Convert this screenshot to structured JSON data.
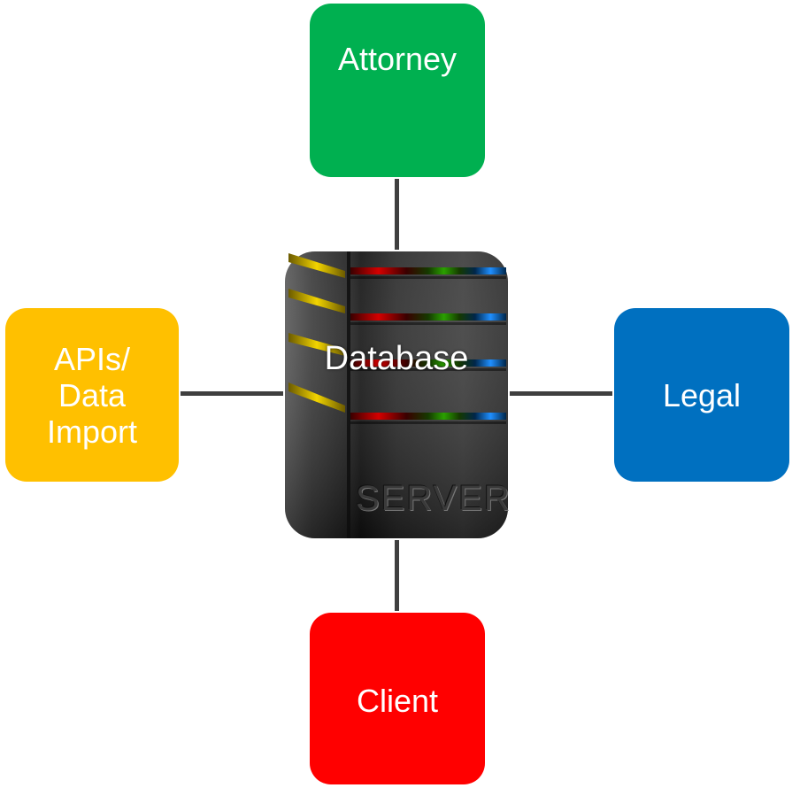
{
  "diagram": {
    "center": {
      "title": "Database",
      "engraving": "SERVER"
    },
    "nodes": {
      "top": {
        "label": "Attorney",
        "color": "#00b050"
      },
      "right": {
        "label": "Legal",
        "color": "#0070c0"
      },
      "bottom": {
        "label": "Client",
        "color": "#ff0000"
      },
      "left": {
        "label": "APIs/\nData\nImport",
        "color": "#ffc000"
      }
    },
    "connector_color": "#3f3f3f",
    "server_colors": {
      "body": "#2e2e2e",
      "stripe_gold": "#e6c200",
      "stripe_red": "#d40000",
      "stripe_green": "#2aa000",
      "stripe_blue": "#1f8fff"
    }
  }
}
